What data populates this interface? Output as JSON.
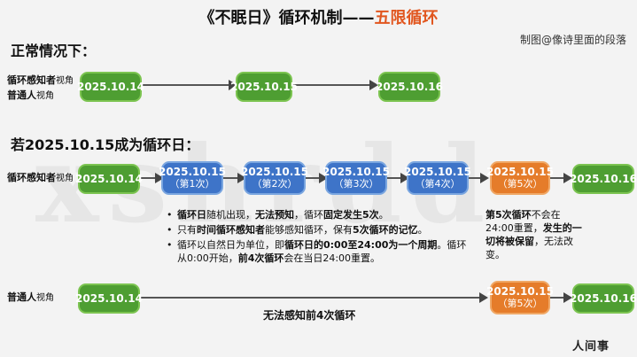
{
  "title": {
    "prefix": "《不眠日》循环机制——",
    "highlight": "五限循环"
  },
  "credit": "制图@像诗里面的段落",
  "section1": {
    "heading": "正常情况下：",
    "row_a_label_bold": "循环感知者",
    "row_a_label_suffix": "视角",
    "row_b_label_bold": "普通人",
    "row_b_label_suffix": "视角",
    "dates": [
      "2025.10.14",
      "2025.10.15",
      "2025.10.16"
    ]
  },
  "section2": {
    "heading": "若2025.10.15成为循环日：",
    "row_label_bold": "循环感知者",
    "row_label_suffix": "视角",
    "start_date": "2025.10.14",
    "loops": [
      {
        "date": "2025.10.15",
        "sub": "（第1次）"
      },
      {
        "date": "2025.10.15",
        "sub": "（第2次）"
      },
      {
        "date": "2025.10.15",
        "sub": "（第3次）"
      },
      {
        "date": "2025.10.15",
        "sub": "（第4次）"
      },
      {
        "date": "2025.10.15",
        "sub": "（第5次）"
      }
    ],
    "end_date": "2025.10.16",
    "bullets": {
      "b1_p1": "循环日",
      "b1_p2": "随机出现，",
      "b1_p3": "无法预知",
      "b1_p4": "，循环",
      "b1_p5": "固定发生5次",
      "b1_p6": "。",
      "b2_p1": "只有",
      "b2_p2": "时间循环感知者",
      "b2_p3": "能够感知循环，保有",
      "b2_p4": "5次循环的记忆",
      "b2_p5": "。",
      "b3_p1": "循环以自然日为单位，即",
      "b3_p2": "循环日的0:00至24:00为一个周期",
      "b3_p3": "。循环从0:00开始，",
      "b3_p4": "前4次循环",
      "b3_p5": "会在当日24:00重置。"
    },
    "note5": {
      "p1": "第5次循环",
      "p2": "不会在24:00重置，",
      "p3": "发生的一切将被保留",
      "p4": "，无法改变。"
    }
  },
  "section3": {
    "row_label_bold": "普通人",
    "row_label_suffix": "视角",
    "start_date": "2025.10.14",
    "loop5": {
      "date": "2025.10.15",
      "sub": "（第5次）"
    },
    "end_date": "2025.10.16",
    "caption": "无法感知前4次循环"
  },
  "watermark": "xshrdd",
  "logo": "人间事",
  "colors": {
    "green": "#4e9e32",
    "blue": "#3e74c8",
    "orange": "#e57c2a",
    "title_accent": "#e1561f"
  }
}
